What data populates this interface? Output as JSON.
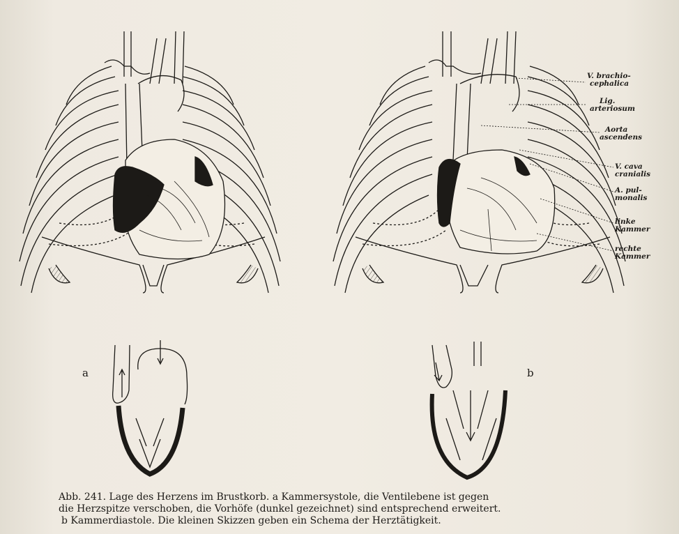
{
  "labels": {
    "v_brachiocephalica_1": "V. brachio-",
    "v_brachiocephalica_2": "cephalica",
    "lig_arteriosum_1": "Lig.",
    "lig_arteriosum_2": "arteriosum",
    "aorta_ascendens_1": "Aorta",
    "aorta_ascendens_2": "ascendens",
    "v_cava_cranialis_1": "V. cava",
    "v_cava_cranialis_2": "cranialis",
    "a_pulmonalis_1": "A. pul-",
    "a_pulmonalis_2": "monalis",
    "linke_kammer_1": "linke",
    "linke_kammer_2": "Kammer",
    "rechte_kammer_1": "rechte",
    "rechte_kammer_2": "Kammer"
  },
  "sketches": {
    "a_label": "a",
    "b_label": "b"
  },
  "caption": {
    "line1": "Abb. 241. Lage des Herzens im Brustkorb. a Kammersystole, die Ventilebene ist gegen",
    "line2": "die Herzspitze verschoben, die Vorhöfe (dunkel gezeichnet) sind entsprechend erweitert.",
    "line3": "b Kammerdiastole. Die kleinen Skizzen geben ein Schema der Herztätigkeit."
  },
  "colors": {
    "ink": "#1c1a17",
    "paper": "#f1ece3",
    "atria_dark": "#1c1a17"
  }
}
